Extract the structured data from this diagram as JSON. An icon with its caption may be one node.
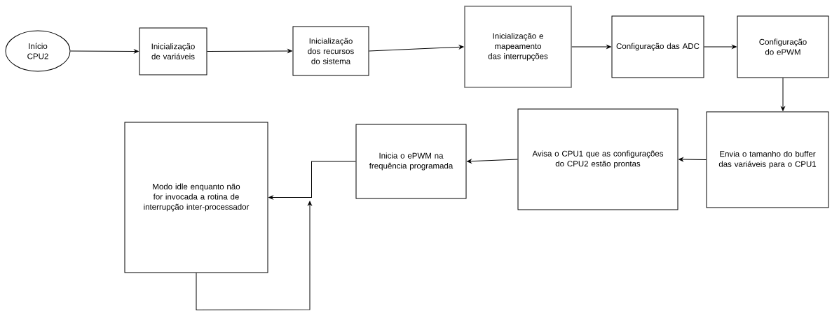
{
  "diagram": {
    "nodes": [
      {
        "text": [
          "Início CPU2"
        ]
      },
      {
        "text": [
          "Inicialização de variáveis"
        ]
      },
      {
        "text": [
          "Inicialização dos recursos do sistema"
        ]
      },
      {
        "text": [
          "Inicialização e mapeamento das interrupções"
        ]
      },
      {
        "text": [
          "Configuração das ADC"
        ]
      },
      {
        "text": [
          "Configuração do ePWM"
        ]
      },
      {
        "text": [
          "Envia o tamanho do buffer das variáveis para o CPU1"
        ]
      },
      {
        "text": [
          "Avisa o CPU1 que as configurações do CPU2 estão prontas"
        ]
      },
      {
        "text": [
          "Inicia o ePWM na frequência programada"
        ]
      },
      {
        "text": [
          "Modo idle enquanto não for invocada a rotina de interrupção inter-processador"
        ]
      }
    ],
    "edges": [
      {
        "from": 0,
        "to": 1,
        "arrow": "to"
      },
      {
        "from": 1,
        "to": 2,
        "arrow": "to"
      },
      {
        "from": 2,
        "to": 3,
        "arrow": "to"
      },
      {
        "from": 3,
        "to": 4,
        "arrow": "to"
      },
      {
        "from": 4,
        "to": 5,
        "arrow": "to"
      },
      {
        "from": 5,
        "to": 6,
        "arrow": "to"
      },
      {
        "from": 6,
        "to": 7,
        "arrow": "to"
      },
      {
        "from": 7,
        "to": 8,
        "arrow": "to"
      },
      {
        "from": 8,
        "to": 9,
        "arrow": "to"
      },
      {
        "from": 9,
        "to": 9,
        "arrow": "to"
      }
    ]
  }
}
